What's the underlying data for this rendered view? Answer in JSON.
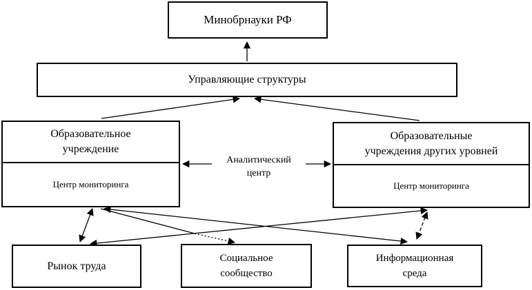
{
  "diagram": {
    "nodes": {
      "ministry": {
        "label": "Минобрнауки РФ"
      },
      "management": {
        "label": "Управляющие структуры"
      },
      "edu_institution": {
        "line1": "Образовательное",
        "line2": "учреждение",
        "sub": "Центр мониторинга"
      },
      "edu_other": {
        "line1": "Образовательные",
        "line2": "учреждения других уровней",
        "sub": "Центр мониторинга"
      },
      "analytic": {
        "line1": "Аналитический",
        "line2": "центр"
      },
      "labor": {
        "label": "Рынок труда"
      },
      "social": {
        "line1": "Социальное",
        "line2": "сообщество"
      },
      "info": {
        "line1": "Информационная",
        "line2": "среда"
      }
    },
    "colors": {
      "background": "#ffffff",
      "line": "#000000",
      "text": "#000000",
      "box_border": "#000000",
      "box_fill": "#ffffff"
    }
  }
}
